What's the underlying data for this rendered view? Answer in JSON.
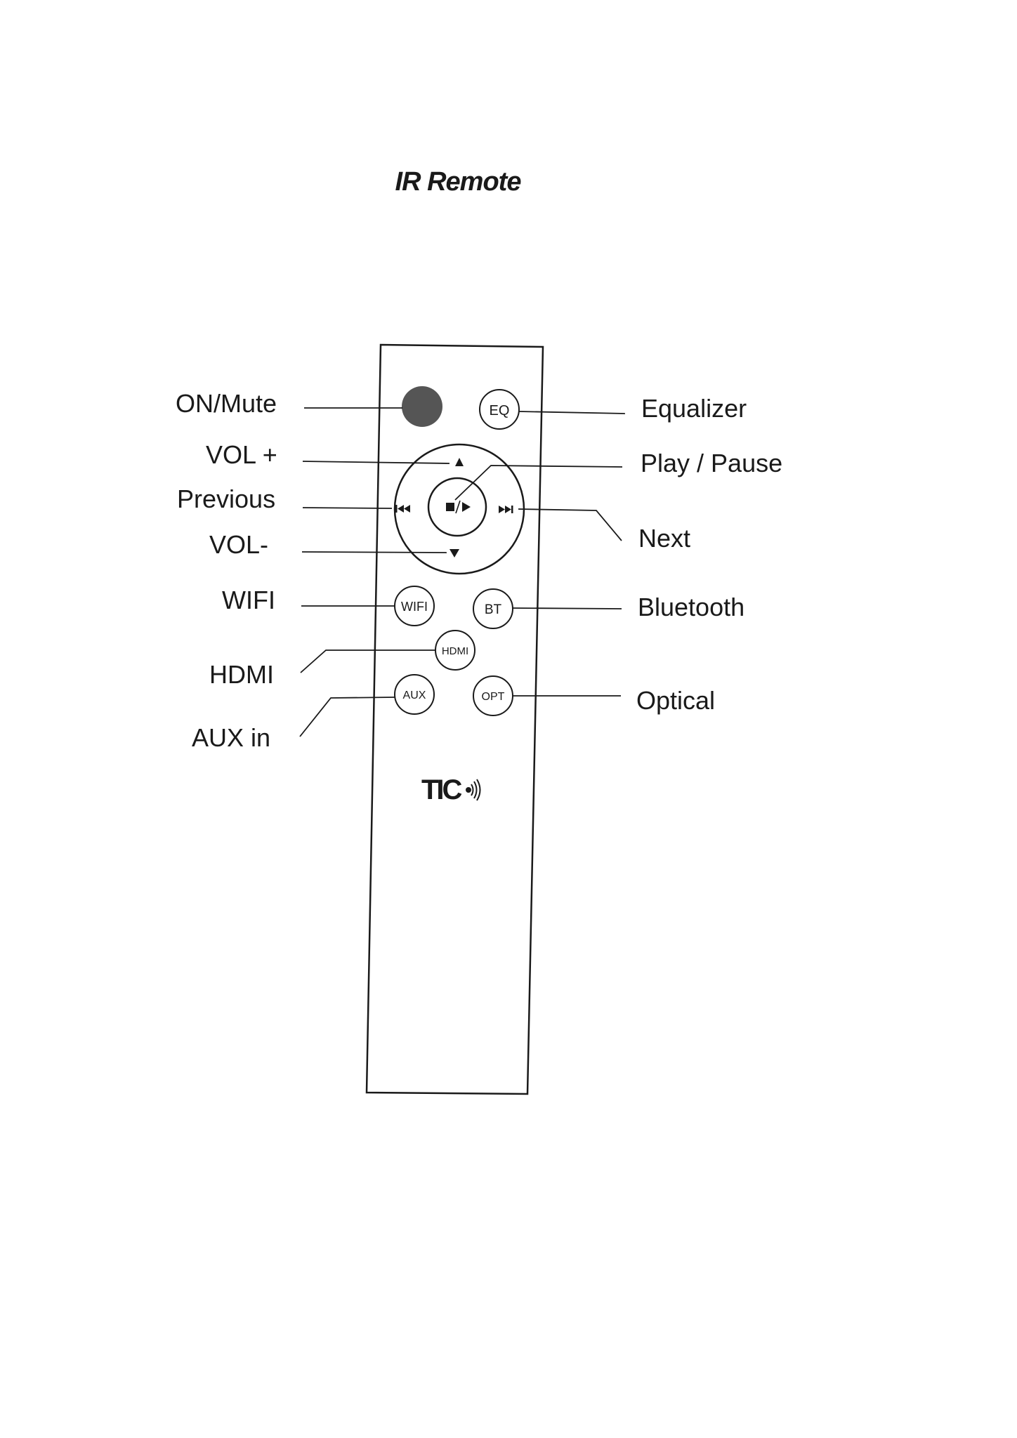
{
  "title": "IR Remote",
  "labels": {
    "on_mute": "ON/Mute",
    "vol_plus": "VOL +",
    "previous": "Previous",
    "vol_minus": "VOL-",
    "wifi": "WIFI",
    "hdmi": "HDMI",
    "aux_in": "AUX in",
    "equalizer": "Equalizer",
    "play_pause": "Play / Pause",
    "next": "Next",
    "bluetooth": "Bluetooth",
    "optical": "Optical"
  },
  "buttons": {
    "eq": "EQ",
    "wifi": "WIFI",
    "bt": "BT",
    "hdmi": "HDMI",
    "aux": "AUX",
    "opt": "OPT"
  },
  "brand": "TIC",
  "icons": {
    "power": "power-button-icon",
    "vol_up": "triangle-up-icon",
    "vol_down": "triangle-down-icon",
    "previous": "skip-previous-icon",
    "next": "skip-next-icon",
    "play_pause": "stop-play-icon",
    "brand_wave": "sound-wave-icon"
  },
  "colors": {
    "ink": "#1a1a1a",
    "power_button": "#555555",
    "paper": "#ffffff"
  }
}
